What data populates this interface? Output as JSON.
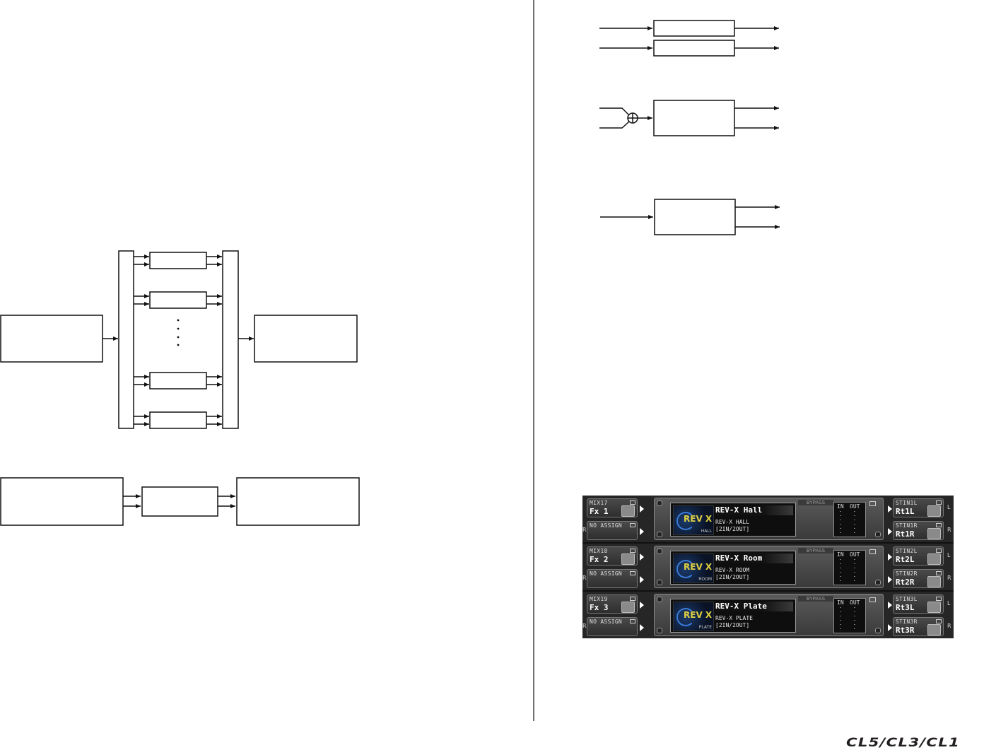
{
  "rack": {
    "rows": [
      {
        "left_top": {
          "line1": "MIX17",
          "line2": "Fx 1"
        },
        "left_bottom": {
          "line1": "NO ASSIGN"
        },
        "fx": {
          "title": "REV-X Hall",
          "line1": "REV-X HALL",
          "line2": "[2IN/2OUT]",
          "logo_sub": "HALL"
        },
        "bypass": "BYPASS",
        "meter_in": "IN",
        "meter_out": "OUT",
        "right_top": {
          "line1": "STIN1L",
          "line2": "Rt1L"
        },
        "right_bottom": {
          "line1": "STIN1R",
          "line2": "Rt1R"
        }
      },
      {
        "left_top": {
          "line1": "MIX18",
          "line2": "Fx 2"
        },
        "left_bottom": {
          "line1": "NO ASSIGN"
        },
        "fx": {
          "title": "REV-X Room",
          "line1": "REV-X ROOM",
          "line2": "[2IN/2OUT]",
          "logo_sub": "ROOM"
        },
        "bypass": "BYPASS",
        "meter_in": "IN",
        "meter_out": "OUT",
        "right_top": {
          "line1": "STIN2L",
          "line2": "Rt2L"
        },
        "right_bottom": {
          "line1": "STIN2R",
          "line2": "Rt2R"
        }
      },
      {
        "left_top": {
          "line1": "MIX19",
          "line2": "Fx 3"
        },
        "left_bottom": {
          "line1": "NO ASSIGN"
        },
        "fx": {
          "title": "REV-X Plate",
          "line1": "REV-X PLATE",
          "line2": "[2IN/2OUT]",
          "logo_sub": "PLATE"
        },
        "bypass": "BYPASS",
        "meter_in": "IN",
        "meter_out": "OUT",
        "right_top": {
          "line1": "STIN3L",
          "line2": "Rt3L"
        },
        "right_bottom": {
          "line1": "STIN3R",
          "line2": "Rt3R"
        }
      }
    ],
    "logo_text": "REV X",
    "side_left": "L",
    "side_right": "R"
  },
  "footer": {
    "brand": "CL5/CL3/CL1"
  }
}
